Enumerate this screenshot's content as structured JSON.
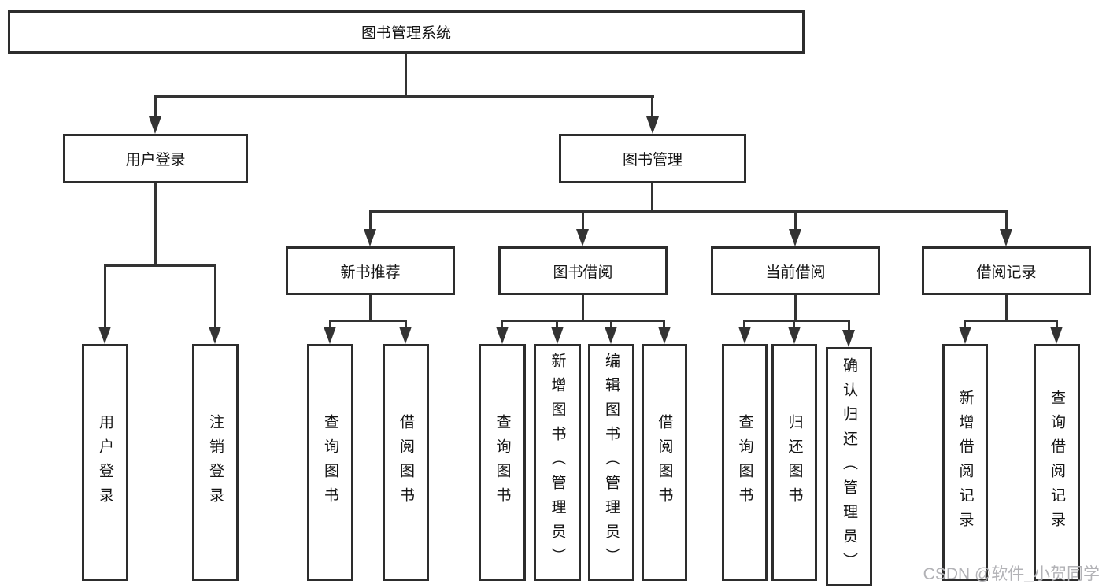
{
  "diagram": {
    "root": {
      "label": "图书管理系统",
      "children": [
        {
          "label": "用户登录",
          "children": [
            {
              "label": "用户登录"
            },
            {
              "label": "注销登录"
            }
          ]
        },
        {
          "label": "图书管理",
          "children": [
            {
              "label": "新书推荐",
              "children": [
                {
                  "label": "查询图书"
                },
                {
                  "label": "借阅图书"
                }
              ]
            },
            {
              "label": "图书借阅",
              "children": [
                {
                  "label": "查询图书"
                },
                {
                  "label": "新增图书（管理员）"
                },
                {
                  "label": "编辑图书（管理员）"
                },
                {
                  "label": "借阅图书"
                }
              ]
            },
            {
              "label": "当前借阅",
              "children": [
                {
                  "label": "查询图书"
                },
                {
                  "label": "归还图书"
                },
                {
                  "label": "确认归还（管理员）"
                }
              ]
            },
            {
              "label": "借阅记录",
              "children": [
                {
                  "label": "新增借阅记录"
                },
                {
                  "label": "查询借阅记录"
                }
              ]
            }
          ]
        }
      ]
    }
  },
  "watermark": {
    "text": "CSDN @软件_小贺同学"
  },
  "colors": {
    "line": "#333333",
    "box_border": "#2d2d2d",
    "text": "#151515",
    "watermark": "#b2b2b6",
    "background": "#ffffff"
  }
}
